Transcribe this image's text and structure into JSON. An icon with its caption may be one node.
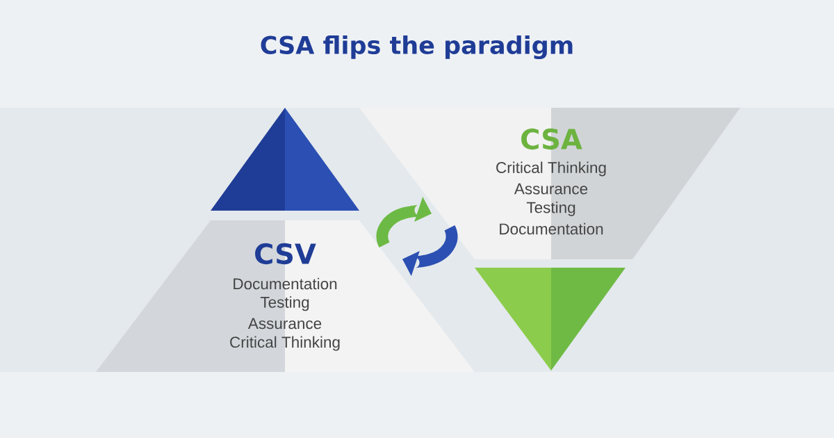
{
  "diagram": {
    "title": "CSA flips the paradigm",
    "nodes": [
      {
        "text": [],
        "shape": "triangle"
      },
      {
        "text": [
          "CSV",
          "Documentation",
          "Testing",
          "Assurance",
          "Critical Thinking"
        ]
      },
      {
        "text": [
          "CSA",
          "Critical Thinking",
          "Assurance",
          "Testing",
          "Documentation"
        ]
      },
      {
        "text": [],
        "shape": "triangle"
      },
      {
        "text": [],
        "shape": "cycle"
      }
    ]
  }
}
